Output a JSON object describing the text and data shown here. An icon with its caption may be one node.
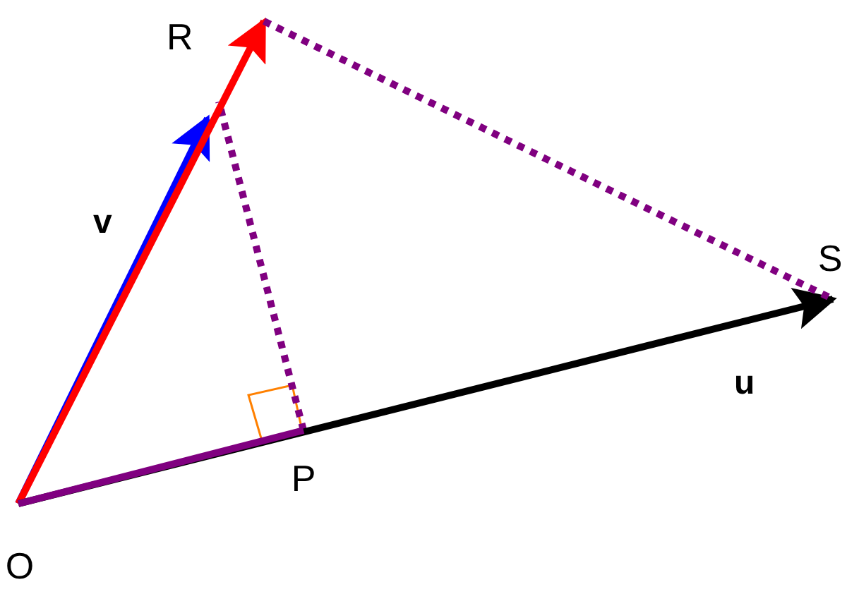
{
  "diagram": {
    "nodes": [
      {
        "text": [
          "R"
        ]
      },
      {
        "text": [
          "S"
        ]
      },
      {
        "text": [
          "P"
        ]
      },
      {
        "text": [
          "O"
        ]
      }
    ],
    "edges": [
      {
        "from": 3,
        "to": 0,
        "arrow": "to",
        "label": "v",
        "color": "#ff0000"
      },
      {
        "from": 3,
        "to": 1,
        "arrow": "to",
        "label": "u",
        "color": "#000000"
      },
      {
        "from": 3,
        "to": 2,
        "arrow": "none",
        "color": "#800080"
      },
      {
        "from": 3,
        "to": null,
        "arrow": "to",
        "color": "#0000ff"
      },
      {
        "from": 2,
        "to": null,
        "arrow": "none",
        "style": "dashed",
        "color": "#800080"
      },
      {
        "from": 0,
        "to": 1,
        "arrow": "none",
        "style": "dashed",
        "color": "#800080"
      }
    ]
  }
}
